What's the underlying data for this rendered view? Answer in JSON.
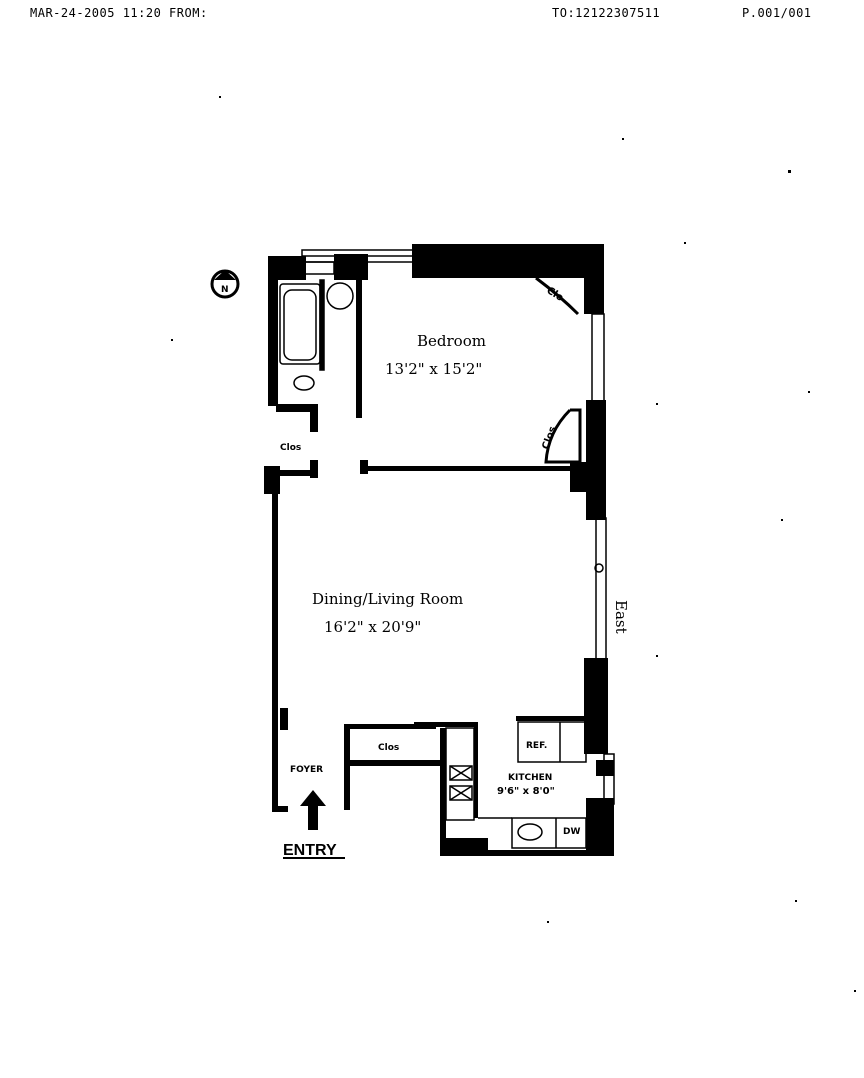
{
  "fax_header": {
    "left": "MAR-24-2005 11:20 FROM:",
    "to": "TO:12122307511",
    "page": "P.001/001"
  },
  "floorplan": {
    "north_marker": "N",
    "bedroom": {
      "label": "Bedroom",
      "size": "13'2\" x 15'2\""
    },
    "closet_bed_top": "Clo",
    "closet_bed_bottom": "Clos",
    "bath_closet": "Clos",
    "living": {
      "label": "Dining/Living Room",
      "size": "16'2\" x 20'9\""
    },
    "east_label": "East",
    "foyer": "FOYER",
    "foyer_closet": "Clos",
    "kitchen": {
      "label": "KITCHEN",
      "size": "9'6\" x 8'0\""
    },
    "ref": "REF.",
    "dw": "DW",
    "entry": "ENTRY"
  }
}
